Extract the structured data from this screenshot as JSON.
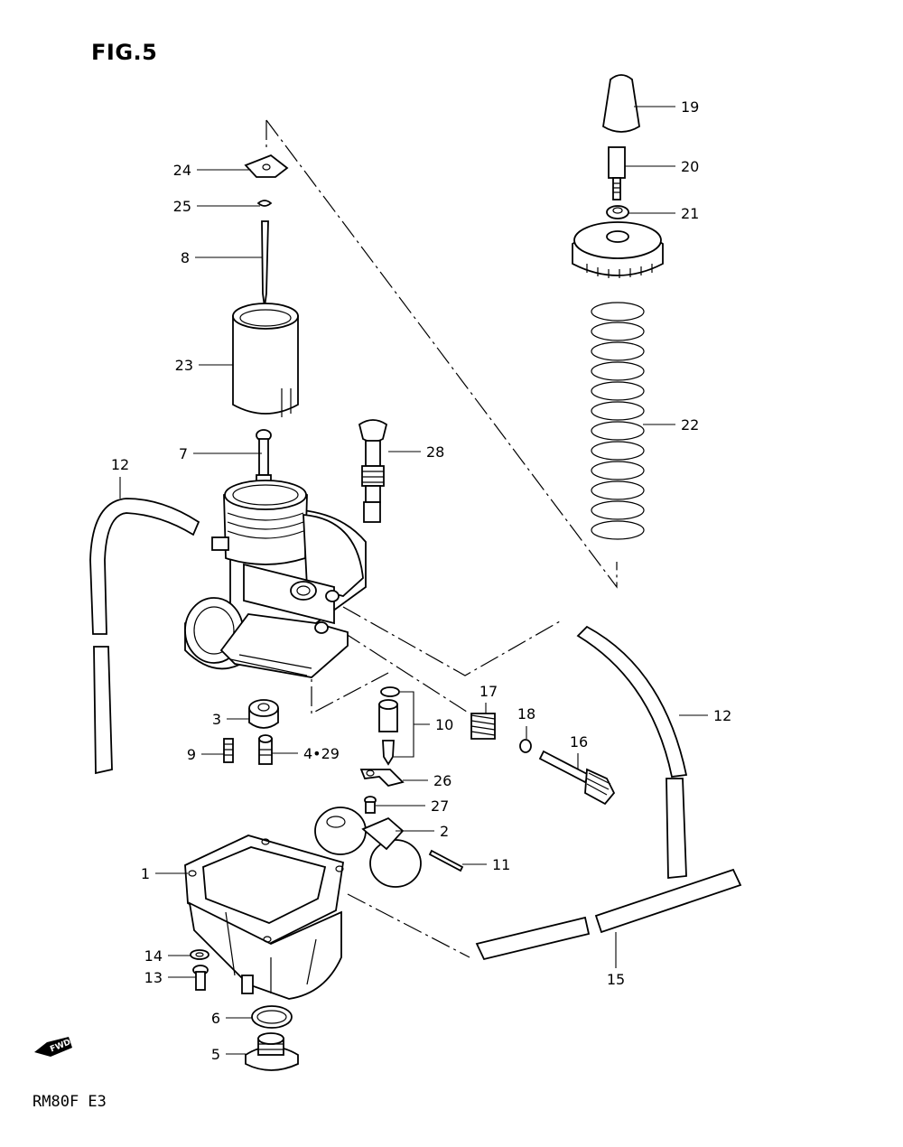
{
  "figure": {
    "title": "FIG.5",
    "model_code": "RM80F  E3",
    "fwd_label": "FWD"
  },
  "callouts": [
    {
      "id": "c19",
      "label": "19"
    },
    {
      "id": "c20",
      "label": "20"
    },
    {
      "id": "c21",
      "label": "21"
    },
    {
      "id": "c22",
      "label": "22"
    },
    {
      "id": "c24",
      "label": "24"
    },
    {
      "id": "c25",
      "label": "25"
    },
    {
      "id": "c8",
      "label": "8"
    },
    {
      "id": "c23",
      "label": "23"
    },
    {
      "id": "c7",
      "label": "7"
    },
    {
      "id": "c28",
      "label": "28"
    },
    {
      "id": "c12a",
      "label": "12"
    },
    {
      "id": "c12b",
      "label": "12"
    },
    {
      "id": "c3",
      "label": "3"
    },
    {
      "id": "c9",
      "label": "9"
    },
    {
      "id": "c429",
      "label": "4•29"
    },
    {
      "id": "c10",
      "label": "10"
    },
    {
      "id": "c17",
      "label": "17"
    },
    {
      "id": "c18",
      "label": "18"
    },
    {
      "id": "c16",
      "label": "16"
    },
    {
      "id": "c26",
      "label": "26"
    },
    {
      "id": "c27",
      "label": "27"
    },
    {
      "id": "c2",
      "label": "2"
    },
    {
      "id": "c11",
      "label": "11"
    },
    {
      "id": "c1",
      "label": "1"
    },
    {
      "id": "c14",
      "label": "14"
    },
    {
      "id": "c13",
      "label": "13"
    },
    {
      "id": "c15",
      "label": "15"
    },
    {
      "id": "c6",
      "label": "6"
    },
    {
      "id": "c5",
      "label": "5"
    }
  ]
}
